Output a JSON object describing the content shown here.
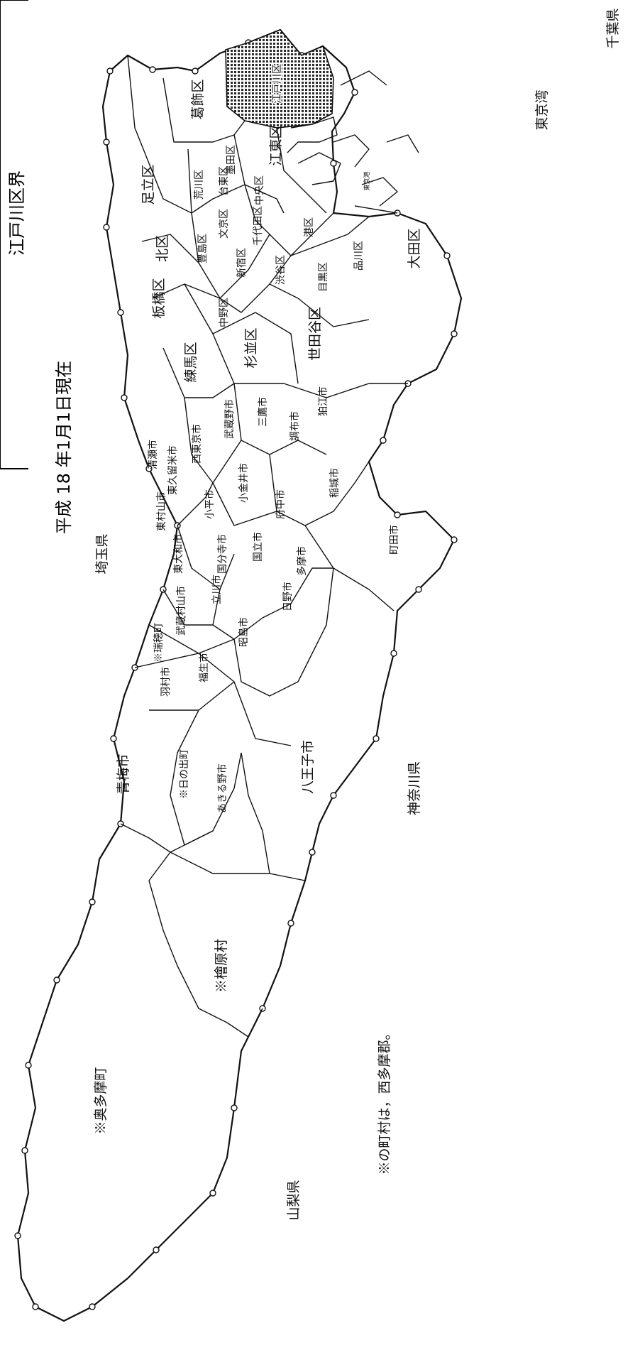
{
  "header": {
    "title": "江戸川区界",
    "date": "平成 18 年1月1日現在"
  },
  "note": "※の町村は，西多摩郡。",
  "highlight_color": "#2a2a2a",
  "prefectures": [
    "千葉県",
    "埼玉県",
    "神奈川県",
    "山梨県"
  ],
  "water": [
    "東京湾"
  ],
  "special_wards": [
    "江戸川区",
    "葛飾区",
    "足立区",
    "墨田区",
    "江東区",
    "荒川区",
    "台東区",
    "中央区",
    "北区",
    "文京区",
    "千代田区",
    "港区",
    "豊島区",
    "新宿区",
    "渋谷区",
    "品川区",
    "板橋区",
    "中野区",
    "目黒区",
    "大田区",
    "練馬区",
    "杉並区",
    "世田谷区"
  ],
  "cities": [
    "狛江市",
    "調布市",
    "三鷹市",
    "武蔵野市",
    "西東京市",
    "清瀬市",
    "東久留米市",
    "東村山市",
    "小平市",
    "小金井市",
    "府中市",
    "稲城市",
    "東大和市",
    "国分寺市",
    "国立市",
    "多摩市",
    "町田市",
    "武蔵村山市",
    "立川市",
    "日野市",
    "昭島市",
    "※瑞穂町",
    "羽村市",
    "福生市",
    "八王子市",
    "※日の出町",
    "あきる野市",
    "青梅市",
    "※檜原村",
    "※奥多摩町"
  ],
  "small_label": "東京港"
}
